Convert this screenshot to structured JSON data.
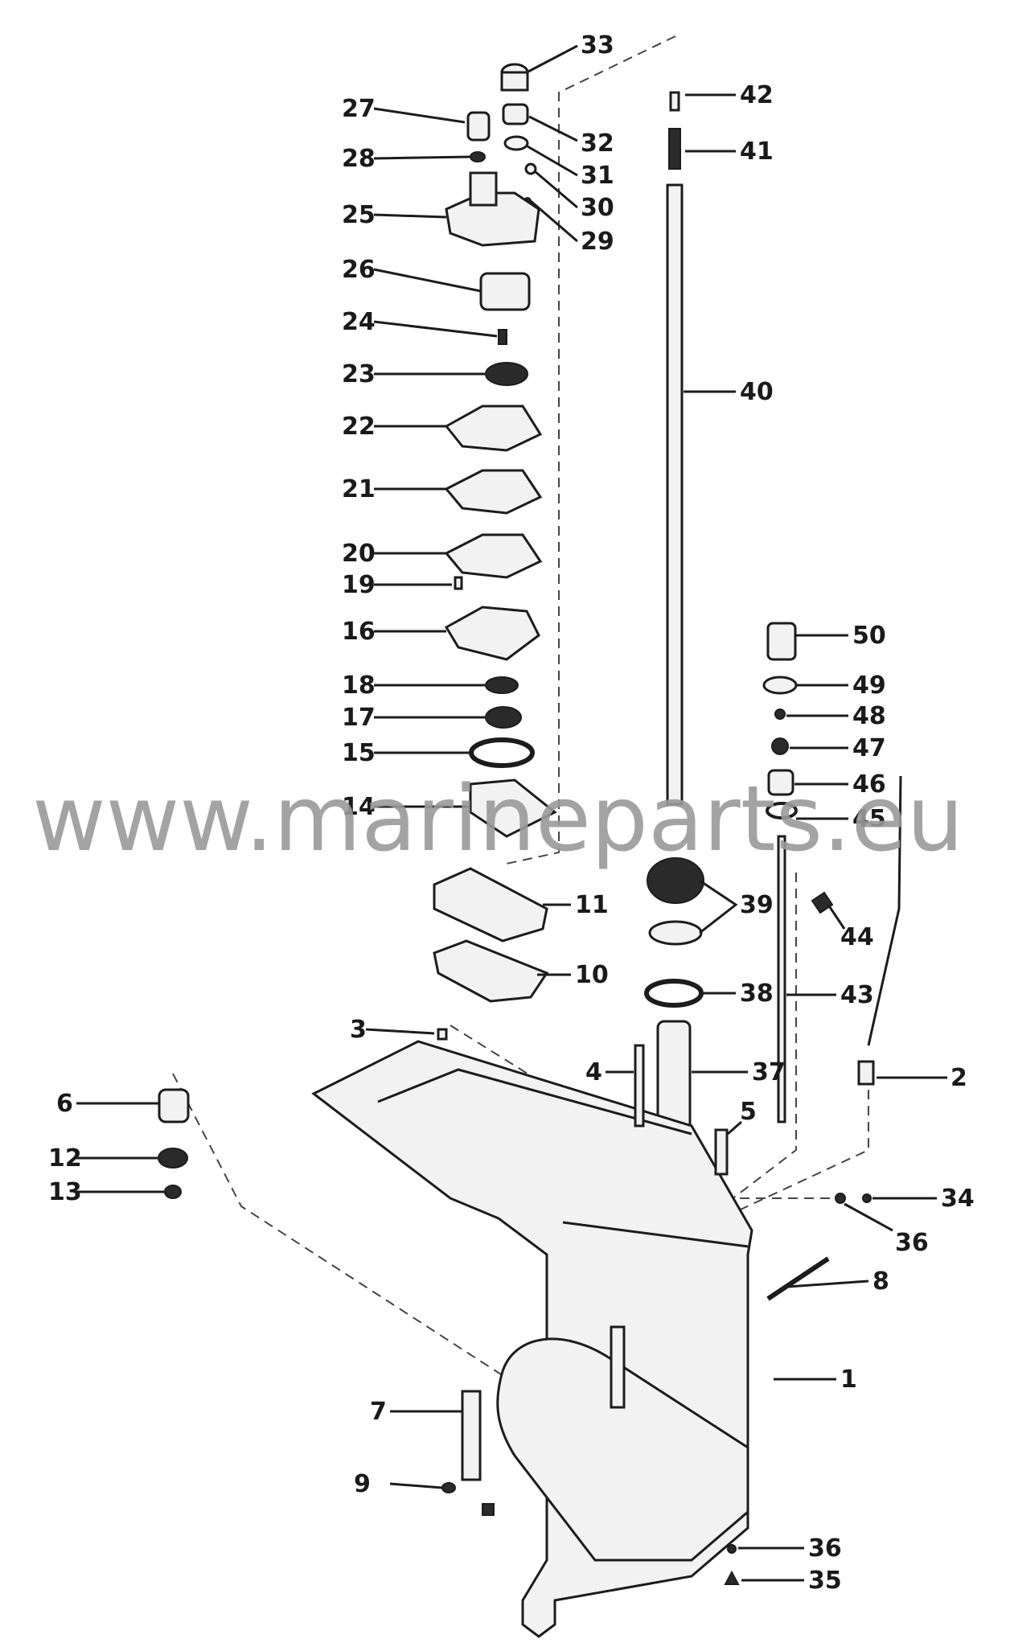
{
  "watermark": "www.marineparts.eu",
  "callouts": [
    {
      "id": "33",
      "text": "33"
    },
    {
      "id": "42",
      "text": "42"
    },
    {
      "id": "41",
      "text": "41"
    },
    {
      "id": "27",
      "text": "27"
    },
    {
      "id": "32",
      "text": "32"
    },
    {
      "id": "28",
      "text": "28"
    },
    {
      "id": "31",
      "text": "31"
    },
    {
      "id": "30",
      "text": "30"
    },
    {
      "id": "25",
      "text": "25"
    },
    {
      "id": "29",
      "text": "29"
    },
    {
      "id": "26",
      "text": "26"
    },
    {
      "id": "24",
      "text": "24"
    },
    {
      "id": "40",
      "text": "40"
    },
    {
      "id": "23",
      "text": "23"
    },
    {
      "id": "22",
      "text": "22"
    },
    {
      "id": "21",
      "text": "21"
    },
    {
      "id": "20",
      "text": "20"
    },
    {
      "id": "19",
      "text": "19"
    },
    {
      "id": "16",
      "text": "16"
    },
    {
      "id": "50",
      "text": "50"
    },
    {
      "id": "18",
      "text": "18"
    },
    {
      "id": "49",
      "text": "49"
    },
    {
      "id": "17",
      "text": "17"
    },
    {
      "id": "48",
      "text": "48"
    },
    {
      "id": "15",
      "text": "15"
    },
    {
      "id": "47",
      "text": "47"
    },
    {
      "id": "46",
      "text": "46"
    },
    {
      "id": "14",
      "text": "14"
    },
    {
      "id": "45",
      "text": "45"
    },
    {
      "id": "11",
      "text": "11"
    },
    {
      "id": "39",
      "text": "39"
    },
    {
      "id": "44",
      "text": "44"
    },
    {
      "id": "10",
      "text": "10"
    },
    {
      "id": "38",
      "text": "38"
    },
    {
      "id": "43",
      "text": "43"
    },
    {
      "id": "3",
      "text": "3"
    },
    {
      "id": "4",
      "text": "4"
    },
    {
      "id": "37",
      "text": "37"
    },
    {
      "id": "2",
      "text": "2"
    },
    {
      "id": "6",
      "text": "6"
    },
    {
      "id": "5",
      "text": "5"
    },
    {
      "id": "12",
      "text": "12"
    },
    {
      "id": "13",
      "text": "13"
    },
    {
      "id": "34",
      "text": "34"
    },
    {
      "id": "36a",
      "text": "36"
    },
    {
      "id": "8",
      "text": "8"
    },
    {
      "id": "1",
      "text": "1"
    },
    {
      "id": "7",
      "text": "7"
    },
    {
      "id": "9",
      "text": "9"
    },
    {
      "id": "36b",
      "text": "36"
    },
    {
      "id": "35",
      "text": "35"
    }
  ]
}
